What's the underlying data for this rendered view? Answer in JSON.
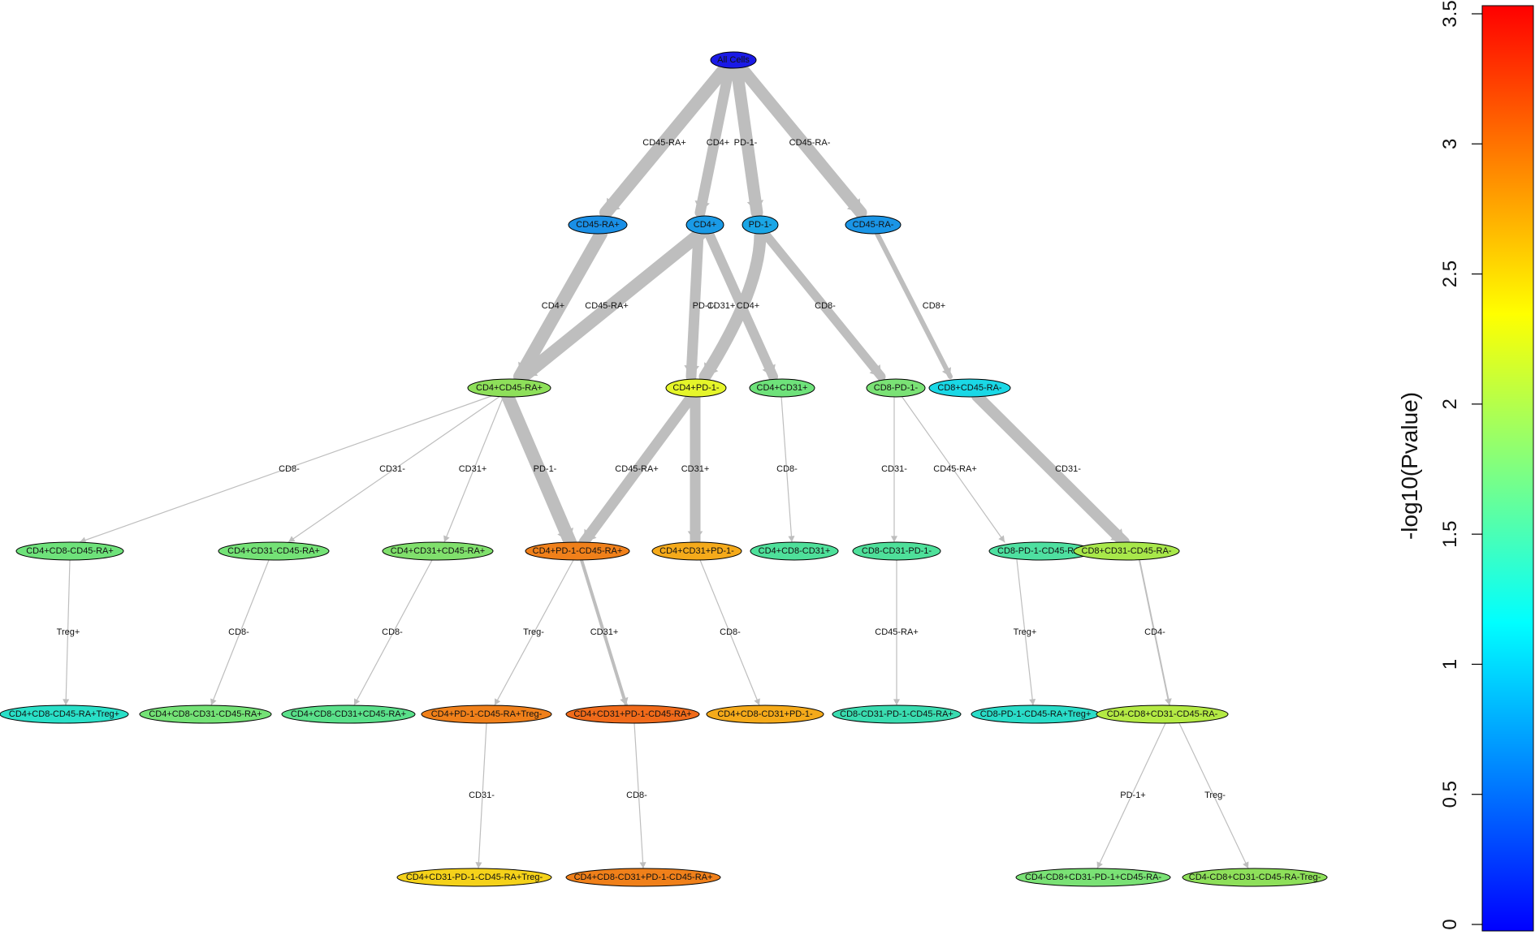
{
  "nodes": [
    {
      "id": "n0",
      "label": "All Cells",
      "color": "#1a1ae6",
      "text_color": "#ffffff"
    },
    {
      "id": "n1",
      "label": "CD45-RA+",
      "color": "#1a8fe6"
    },
    {
      "id": "n2",
      "label": "CD4+",
      "color": "#1a9ae6"
    },
    {
      "id": "n3",
      "label": "PD-1-",
      "color": "#1aa6e6"
    },
    {
      "id": "n4",
      "label": "CD45-RA-",
      "color": "#1a95e6"
    },
    {
      "id": "n5",
      "label": "CD4+CD45-RA+",
      "color": "#8ee05a"
    },
    {
      "id": "n6",
      "label": "CD4+PD-1-",
      "color": "#e5f52a"
    },
    {
      "id": "n7",
      "label": "CD4+CD31+",
      "color": "#6ee27a"
    },
    {
      "id": "n8",
      "label": "CD8-PD-1-",
      "color": "#7ae275"
    },
    {
      "id": "n9",
      "label": "CD8+CD45-RA-",
      "color": "#1ad8e6"
    },
    {
      "id": "n10",
      "label": "CD4+CD8-CD45-RA+",
      "color": "#6ee27a"
    },
    {
      "id": "n11",
      "label": "CD4+CD31-CD45-RA+",
      "color": "#74e276"
    },
    {
      "id": "n12",
      "label": "CD4+CD31+CD45-RA+",
      "color": "#80e06c"
    },
    {
      "id": "n13",
      "label": "CD4+PD-1-CD45-RA+",
      "color": "#f0801a"
    },
    {
      "id": "n14",
      "label": "CD4+CD31+PD-1-",
      "color": "#f5aa1a"
    },
    {
      "id": "n15",
      "label": "CD4+CD8-CD31+",
      "color": "#4ee09a"
    },
    {
      "id": "n16",
      "label": "CD8-CD31-PD-1-",
      "color": "#4ee09a"
    },
    {
      "id": "n17",
      "label": "CD8-PD-1-CD45-RA+",
      "color": "#4ee0a0"
    },
    {
      "id": "n18",
      "label": "CD8+CD31-CD45-RA-",
      "color": "#a8e84a"
    },
    {
      "id": "n19",
      "label": "CD4+CD8-CD45-RA+Treg+",
      "color": "#2ae0c8"
    },
    {
      "id": "n20",
      "label": "CD4+CD8-CD31-CD45-RA+",
      "color": "#74e276"
    },
    {
      "id": "n21",
      "label": "CD4+CD8-CD31+CD45-RA+",
      "color": "#5ae08a"
    },
    {
      "id": "n22",
      "label": "CD4+PD-1-CD45-RA+Treg-",
      "color": "#f0801a"
    },
    {
      "id": "n23",
      "label": "CD4+CD31+PD-1-CD45-RA+",
      "color": "#f06a1a",
      "text_color": "#ffffff"
    },
    {
      "id": "n24",
      "label": "CD4+CD8-CD31+PD-1-",
      "color": "#f5aa1a"
    },
    {
      "id": "n25",
      "label": "CD8-CD31-PD-1-CD45-RA+",
      "color": "#3adcb0"
    },
    {
      "id": "n26",
      "label": "CD8-PD-1-CD45-RA+Treg+",
      "color": "#2adcc8"
    },
    {
      "id": "n27",
      "label": "CD4-CD8+CD31-CD45-RA-",
      "color": "#b4ea44"
    },
    {
      "id": "n28",
      "label": "CD4+CD31-PD-1-CD45-RA+Treg-",
      "color": "#f5d21a"
    },
    {
      "id": "n29",
      "label": "CD4+CD8-CD31+PD-1-CD45-RA+",
      "color": "#f0801a"
    },
    {
      "id": "n30",
      "label": "CD4-CD8+CD31-PD-1+CD45-RA-",
      "color": "#7ae275"
    },
    {
      "id": "n31",
      "label": "CD4-CD8+CD31-CD45-RA-Treg-",
      "color": "#8ee05a"
    }
  ],
  "edges": [
    {
      "from": "n0",
      "to": "n1",
      "label": "CD45-RA+",
      "weight": 16
    },
    {
      "from": "n0",
      "to": "n2",
      "label": "CD4+",
      "weight": 13
    },
    {
      "from": "n0",
      "to": "n3",
      "label": "PD-1-",
      "weight": 15
    },
    {
      "from": "n0",
      "to": "n4",
      "label": "CD45-RA-",
      "weight": 15
    },
    {
      "from": "n1",
      "to": "n5",
      "label": "CD4+",
      "weight": 16
    },
    {
      "from": "n2",
      "to": "n5",
      "label": "CD45-RA+",
      "weight": 16
    },
    {
      "from": "n2",
      "to": "n6",
      "label": "PD-1-",
      "weight": 13
    },
    {
      "from": "n2",
      "to": "n7",
      "label": "CD31+",
      "weight": 12
    },
    {
      "from": "n3",
      "to": "n6",
      "label": "CD4+",
      "weight": 15
    },
    {
      "from": "n3",
      "to": "n8",
      "label": "CD8-",
      "weight": 11
    },
    {
      "from": "n4",
      "to": "n9",
      "label": "CD8+",
      "weight": 6
    },
    {
      "from": "n5",
      "to": "n10",
      "label": "CD8-",
      "weight": 1
    },
    {
      "from": "n5",
      "to": "n11",
      "label": "CD31-",
      "weight": 1
    },
    {
      "from": "n5",
      "to": "n12",
      "label": "CD31+",
      "weight": 1
    },
    {
      "from": "n5",
      "to": "n13",
      "label": "PD-1-",
      "weight": 16
    },
    {
      "from": "n6",
      "to": "n13",
      "label": "CD45-RA+",
      "weight": 13
    },
    {
      "from": "n6",
      "to": "n14",
      "label": "CD31+",
      "weight": 13
    },
    {
      "from": "n7",
      "to": "n15",
      "label": "CD8-",
      "weight": 1
    },
    {
      "from": "n8",
      "to": "n16",
      "label": "CD31-",
      "weight": 1
    },
    {
      "from": "n8",
      "to": "n17",
      "label": "CD45-RA+",
      "weight": 1
    },
    {
      "from": "n9",
      "to": "n18",
      "label": "CD31-",
      "weight": 14
    },
    {
      "from": "n10",
      "to": "n19",
      "label": "Treg+",
      "weight": 1
    },
    {
      "from": "n11",
      "to": "n20",
      "label": "CD8-",
      "weight": 1
    },
    {
      "from": "n12",
      "to": "n21",
      "label": "CD8-",
      "weight": 1
    },
    {
      "from": "n13",
      "to": "n22",
      "label": "Treg-",
      "weight": 1
    },
    {
      "from": "n13",
      "to": "n23",
      "label": "CD31+",
      "weight": 4
    },
    {
      "from": "n14",
      "to": "n24",
      "label": "CD8-",
      "weight": 1
    },
    {
      "from": "n16",
      "to": "n25",
      "label": "CD45-RA+",
      "weight": 1
    },
    {
      "from": "n17",
      "to": "n26",
      "label": "Treg+",
      "weight": 1
    },
    {
      "from": "n18",
      "to": "n27",
      "label": "CD4-",
      "weight": 2
    },
    {
      "from": "n22",
      "to": "n28",
      "label": "CD31-",
      "weight": 1
    },
    {
      "from": "n23",
      "to": "n29",
      "label": "CD8-",
      "weight": 1
    },
    {
      "from": "n27",
      "to": "n30",
      "label": "PD-1+",
      "weight": 1
    },
    {
      "from": "n27",
      "to": "n31",
      "label": "Treg-",
      "weight": 1
    }
  ],
  "colorbar": {
    "title": "-log10(Pvalue)",
    "min": 0,
    "max": 3.5,
    "ticks": [
      "0",
      "0.5",
      "1",
      "1.5",
      "2",
      "2.5",
      "3",
      "3.5"
    ],
    "gradient": [
      "#0000ff",
      "#0080ff",
      "#00ffff",
      "#80ff80",
      "#ffff00",
      "#ff8000",
      "#ff0000"
    ]
  }
}
